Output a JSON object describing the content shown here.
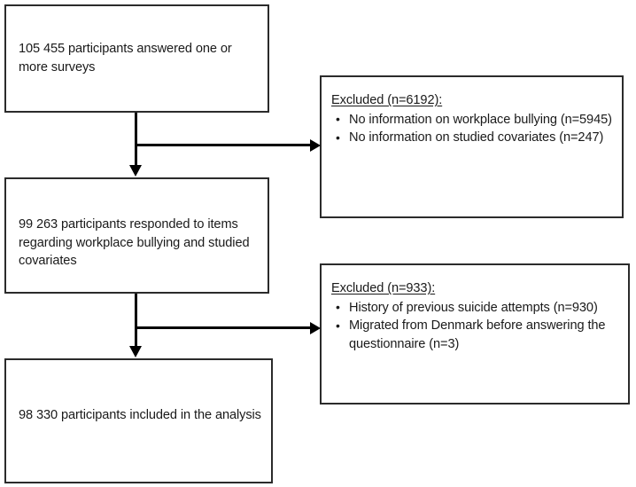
{
  "diagram": {
    "type": "participant-flow-chart",
    "nodes": {
      "enrolled": {
        "text": "105 455 participants answered one or more surveys",
        "count": 105455
      },
      "responded": {
        "text": "99 263 participants responded to items regarding workplace bullying and studied covariates",
        "count": 99263
      },
      "analysis": {
        "text": "98 330 participants included in the analysis",
        "count": 98330
      },
      "excluded_1": {
        "title": "Excluded (n=6192):",
        "count": 6192,
        "reasons": [
          "No information on workplace bullying (n=5945)",
          "No information on studied covariates (n=247)"
        ]
      },
      "excluded_2": {
        "title": "Excluded (n=933):",
        "count": 933,
        "reasons": [
          "History of previous suicide attempts (n=930)",
          "Migrated from Denmark before answering the questionnaire (n=3)"
        ]
      }
    },
    "colors": {
      "box_border": "#2b2b2b",
      "connector": "#000000",
      "text": "#1a1a1a",
      "background": "#ffffff"
    }
  }
}
